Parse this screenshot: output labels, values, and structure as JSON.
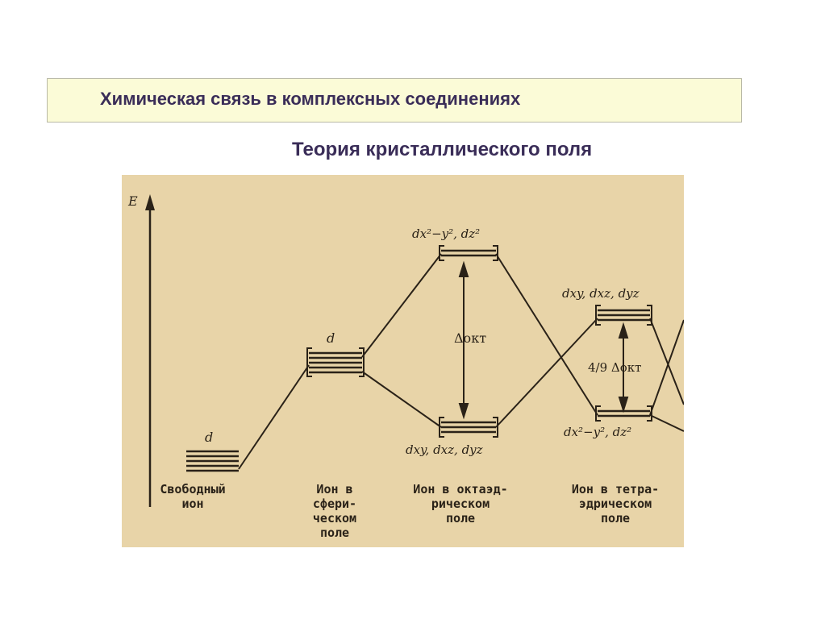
{
  "slide": {
    "title": "Химическая связь в комплексных соединениях",
    "subtitle": "Теория кристаллического поля"
  },
  "diagram": {
    "axis_label": "E",
    "free_ion_label": "d",
    "spherical_label": "d",
    "oct_upper_label": "dx²−y², dz²",
    "oct_lower_label": "dxy, dxz, dyz",
    "oct_delta": "Δокт",
    "tet_upper_label": "dxy, dxz, dyz",
    "tet_lower_label": "dx²−y², dz²",
    "tet_delta": "4/9 Δокт",
    "captions": {
      "free": [
        "Свободный",
        "ион"
      ],
      "spherical": [
        "Ион в",
        "сфери-",
        "ческом",
        "поле"
      ],
      "octahedral": [
        "Ион в октаэд-",
        "рическом",
        "поле"
      ],
      "tetrahedral": [
        "Ион в тетра-",
        "эдрическом",
        "поле"
      ]
    },
    "colors": {
      "paper": "#e8d4a8",
      "ink": "#2a2218"
    }
  }
}
